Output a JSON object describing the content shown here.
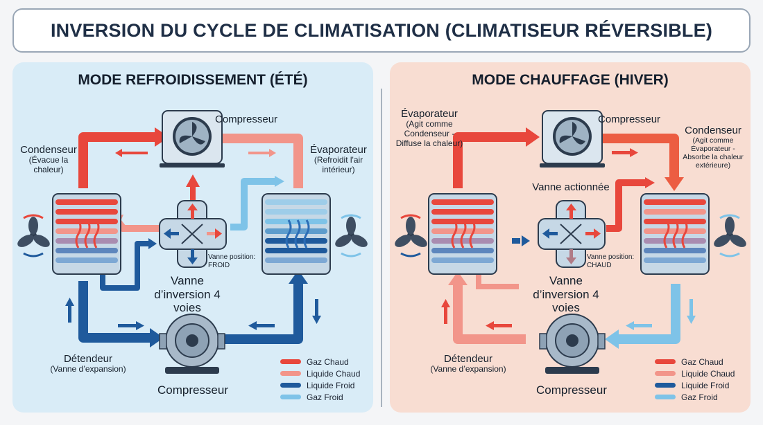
{
  "title": "INVERSION DU CYCLE DE CLIMATISATION (CLIMATISEUR RÉVERSIBLE)",
  "colors": {
    "hot_gas": "#e8473c",
    "hot_liquid": "#f2958a",
    "cold_liquid": "#1f5a9c",
    "cold_gas": "#7ec3e8"
  },
  "cooling": {
    "title": "MODE REFROIDISSEMENT (ÉTÉ)",
    "compressor_top": "Compresseur",
    "condenser": {
      "name": "Condenseur",
      "desc": "(Évacue la chaleur)"
    },
    "evaporator": {
      "name": "Évaporateur",
      "desc": "(Refroidit l'air intérieur)"
    },
    "valve": "Vanne d’inversion 4 voies",
    "valve_position": "Vanne position: FROID",
    "expander": {
      "name": "Détendeur",
      "desc": "(Vanne d’expansion)"
    },
    "compressor_bottom": "Compresseur",
    "legend": [
      "Gaz Chaud",
      "Liquide Chaud",
      "Liquide Froid",
      "Gaz Froid"
    ]
  },
  "heating": {
    "title": "MODE CHAUFFAGE (HIVER)",
    "compressor_top": "Compresseur",
    "evaporator": {
      "name": "Évaporateur",
      "desc": "(Agit comme Condenseur - Diffuse la chaleur)"
    },
    "condenser": {
      "name": "Condenseur",
      "desc": "(Agit comme Évaporateur - Absorbe la chaleur extérieure)"
    },
    "valve_actuated": "Vanne actionnée",
    "valve": "Vanne d’inversion 4 voies",
    "valve_position": "Vanne position: CHAUD",
    "expander": {
      "name": "Détendeur",
      "desc": "(Vanne d’expansion)"
    },
    "compressor_bottom": "Compresseur",
    "legend": [
      "Gaz Chaud",
      "Liquide Chaud",
      "Liquide Froid",
      "Gaz Froid"
    ]
  }
}
